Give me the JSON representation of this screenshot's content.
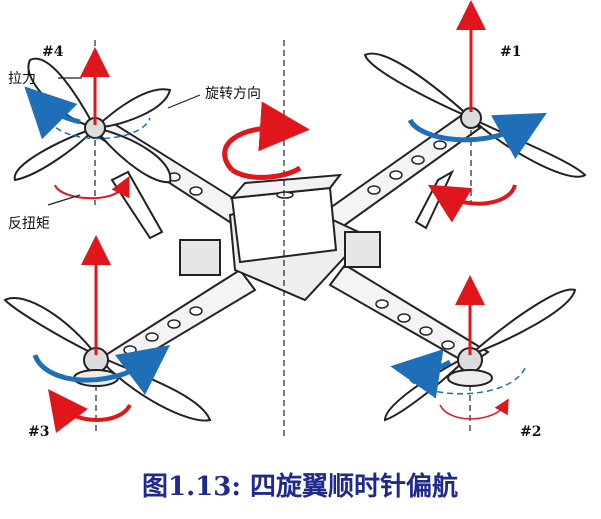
{
  "labels": {
    "rotor_1": "#1",
    "rotor_2": "#2",
    "rotor_3": "#3",
    "rotor_4": "#4",
    "thrust": "拉力",
    "rotation_direction": "旋转方向",
    "reaction_torque": "反扭矩"
  },
  "caption": "图1.13: 四旋翼顺时针偏航",
  "colors": {
    "thrust_arrow": "#e0161b",
    "rotation_arrow": "#1e6fb8",
    "torque_arrow": "#e0161b",
    "caption": "#1f2a8c",
    "frame_line": "#222222"
  }
}
